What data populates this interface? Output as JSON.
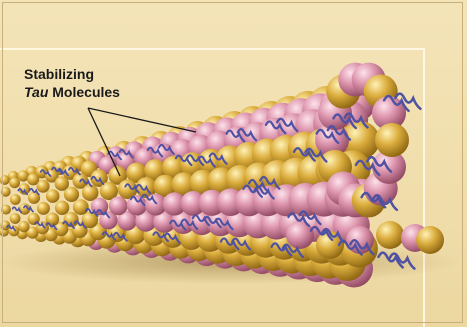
{
  "label": {
    "line1": "Stabilizing",
    "line2_italic": "Tau",
    "line2_rest": " Molecules"
  },
  "colors": {
    "background": "#f1dfae",
    "tubulin_gold": "#d9a93a",
    "tubulin_pink": "#d98fa8",
    "tau": "#5a5aa8"
  }
}
